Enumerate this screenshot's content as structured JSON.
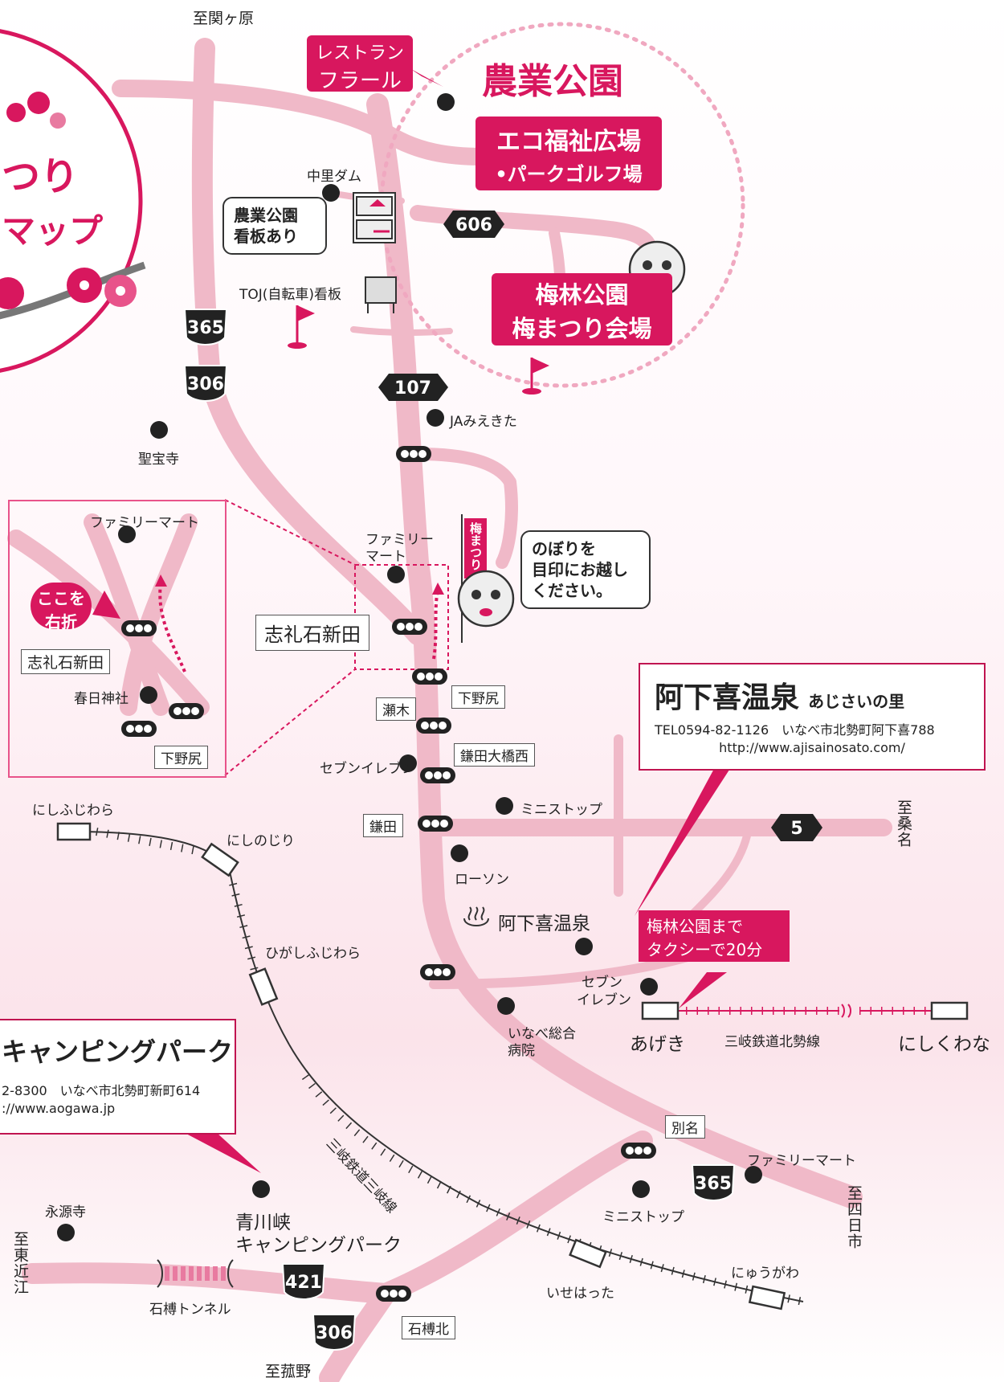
{
  "destinations": {
    "north": "至関ヶ原",
    "east": "至桑名",
    "southeast": "至四日市",
    "west": "至東近江",
    "south": "至菰野"
  },
  "event_title": {
    "line1": "つり",
    "line2": "マップ"
  },
  "agri_park": {
    "title": "農業公園",
    "eco_label": "エコ福祉広場",
    "eco_sub": "•パークゴルフ場",
    "plum_park": "梅林公園",
    "plum_venue": "梅まつり会場"
  },
  "restaurant": {
    "line1": "レストラン",
    "line2": "フラール"
  },
  "sign_bubble": {
    "line1": "農業公園",
    "line2": "看板あり"
  },
  "banner_bubble": {
    "line1": "のぼりを",
    "line2": "目印にお越し",
    "line3": "ください。"
  },
  "nobori": "梅まつり",
  "landmarks": {
    "nakazato_dam": "中里ダム",
    "toj_sign": "TOJ(自転車)看板",
    "shohoji": "聖宝寺",
    "ja": "JAみえきた",
    "familymart": "ファミリーマート",
    "familymart_2line_a": "ファミリー",
    "familymart_2line_b": "マート",
    "seven_eleven": "セブンイレブン",
    "ministop": "ミニストップ",
    "lawson": "ローソン",
    "ageki_onsen": "阿下喜温泉",
    "seven_a": "セブン",
    "seven_b": "イレブン",
    "hospital_a": "いなべ総合",
    "hospital_b": "病院",
    "kasuga": "春日神社",
    "eigenji": "永源寺",
    "tunnel": "石榑トンネル",
    "aogawa_a": "青川峡",
    "aogawa_b": "キャンピングパーク"
  },
  "intersections": {
    "shiraishi": "志礼石新田",
    "shimonojiri": "下野尻",
    "seki": "瀬木",
    "kamada_ohashi": "鎌田大橋西",
    "kamada": "鎌田",
    "betsumei": "別名",
    "ishigure_kita": "石榑北"
  },
  "inset": {
    "familymart": "ファミリーマート",
    "turn_line1": "ここを",
    "turn_line2": "右折",
    "shiraishi": "志礼石新田",
    "kasuga": "春日神社",
    "shimonojiri": "下野尻"
  },
  "stations": {
    "nishifujiwara": "にしふじわら",
    "nishinojiri": "にしのじり",
    "higashifujiwara": "ひがしふじわら",
    "ageki": "あげき",
    "nishikuwana": "にしくわな",
    "isehatta": "いせはった",
    "nyugawa": "にゅうがわ",
    "hokusei_line": "三岐鉄道北勢線",
    "sangi_line": "三岐鉄道三岐線"
  },
  "routes": {
    "r365": "365",
    "r306": "306",
    "r107": "107",
    "r606": "606",
    "r5": "5",
    "r421": "421"
  },
  "onsen_info": {
    "name": "阿下喜温泉",
    "sub": "あじさいの里",
    "tel": "TEL0594-82-1126　いなべ市北勢町阿下喜788",
    "url": "http://www.ajisainosato.com/"
  },
  "taxi": {
    "line1": "梅林公園まで",
    "line2": "タクシーで20分"
  },
  "camping_info": {
    "name": "キャンピングパーク",
    "tel": "2-8300　いなべ市北勢町新町614",
    "url": "://www.aogawa.jp"
  },
  "colors": {
    "accent": "#d8175e",
    "road": "#f0b9c8",
    "badge": "#222222"
  }
}
